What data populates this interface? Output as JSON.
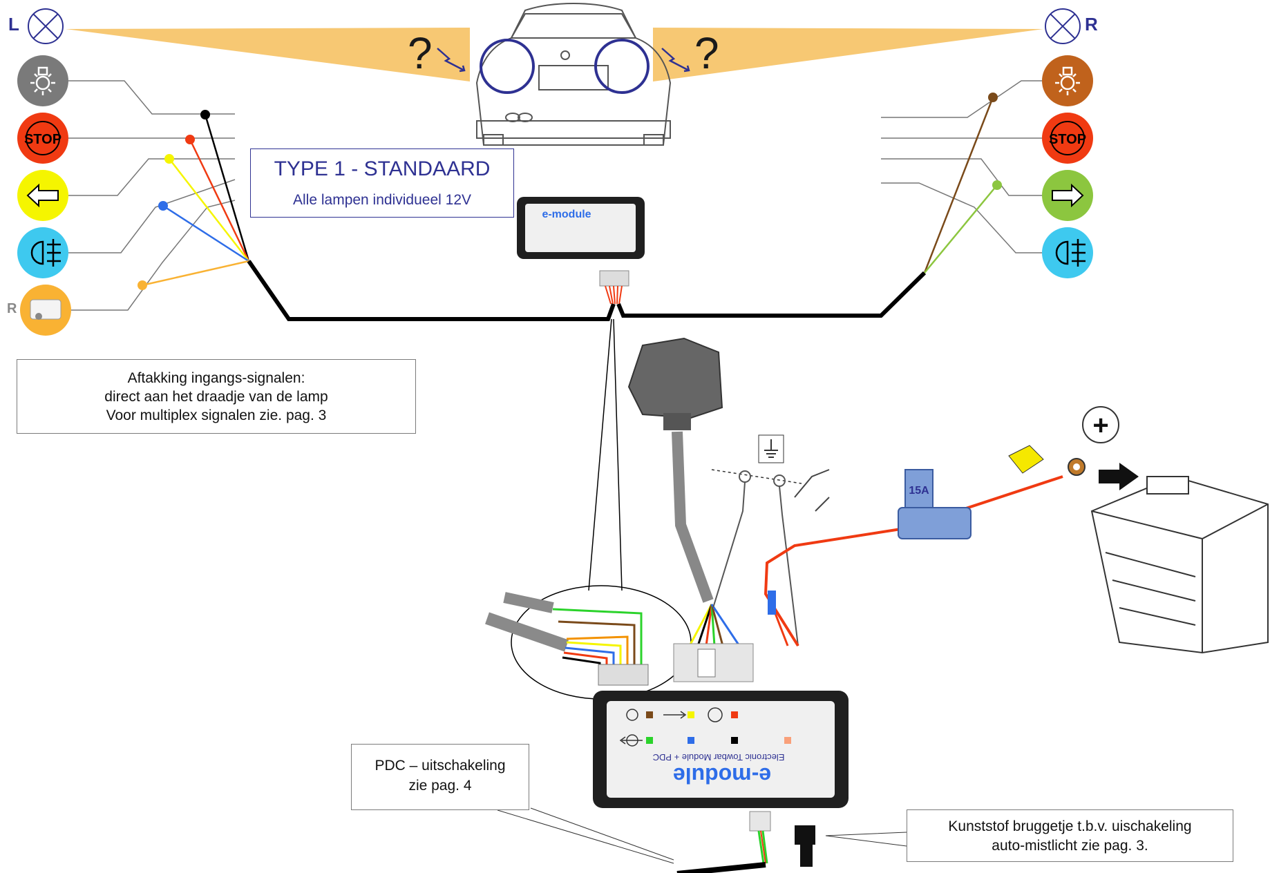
{
  "title_box": {
    "line1": "TYPE 1  - STANDAARD",
    "line2": "Alle lampen individueel 12V"
  },
  "labels": {
    "left": "L",
    "right": "R",
    "reverse_left": "R",
    "question": "?",
    "stop": "STOP"
  },
  "notes": {
    "input_signals": [
      "Aftakking  ingangs-signalen:",
      "direct aan het draadje van de lamp",
      "Voor multiplex signalen zie. pag. 3"
    ],
    "pdc": [
      "PDC – uitschakeling",
      "zie pag. 4"
    ],
    "bridge": [
      "Kunststof  bruggetje  t.b.v.  uischakeling",
      "auto-mistlicht      zie  pag. 3."
    ]
  },
  "module": {
    "brand": "e-module",
    "subtitle": "Electronic Towbar Module + PDC"
  },
  "fuse": {
    "rating": "15A"
  },
  "battery": {
    "terminal": "+"
  },
  "colors": {
    "stop_red": "#f03a12",
    "indicator_yellow": "#f5f500",
    "indicator_green": "#8cc63f",
    "fog_blue": "#3ec9ef",
    "reverse_orange": "#f9b233",
    "tail_grey": "#7a7a7a",
    "tail_brown": "#c0621c",
    "wedge": "#f7c873",
    "accent": "#2e3192"
  }
}
